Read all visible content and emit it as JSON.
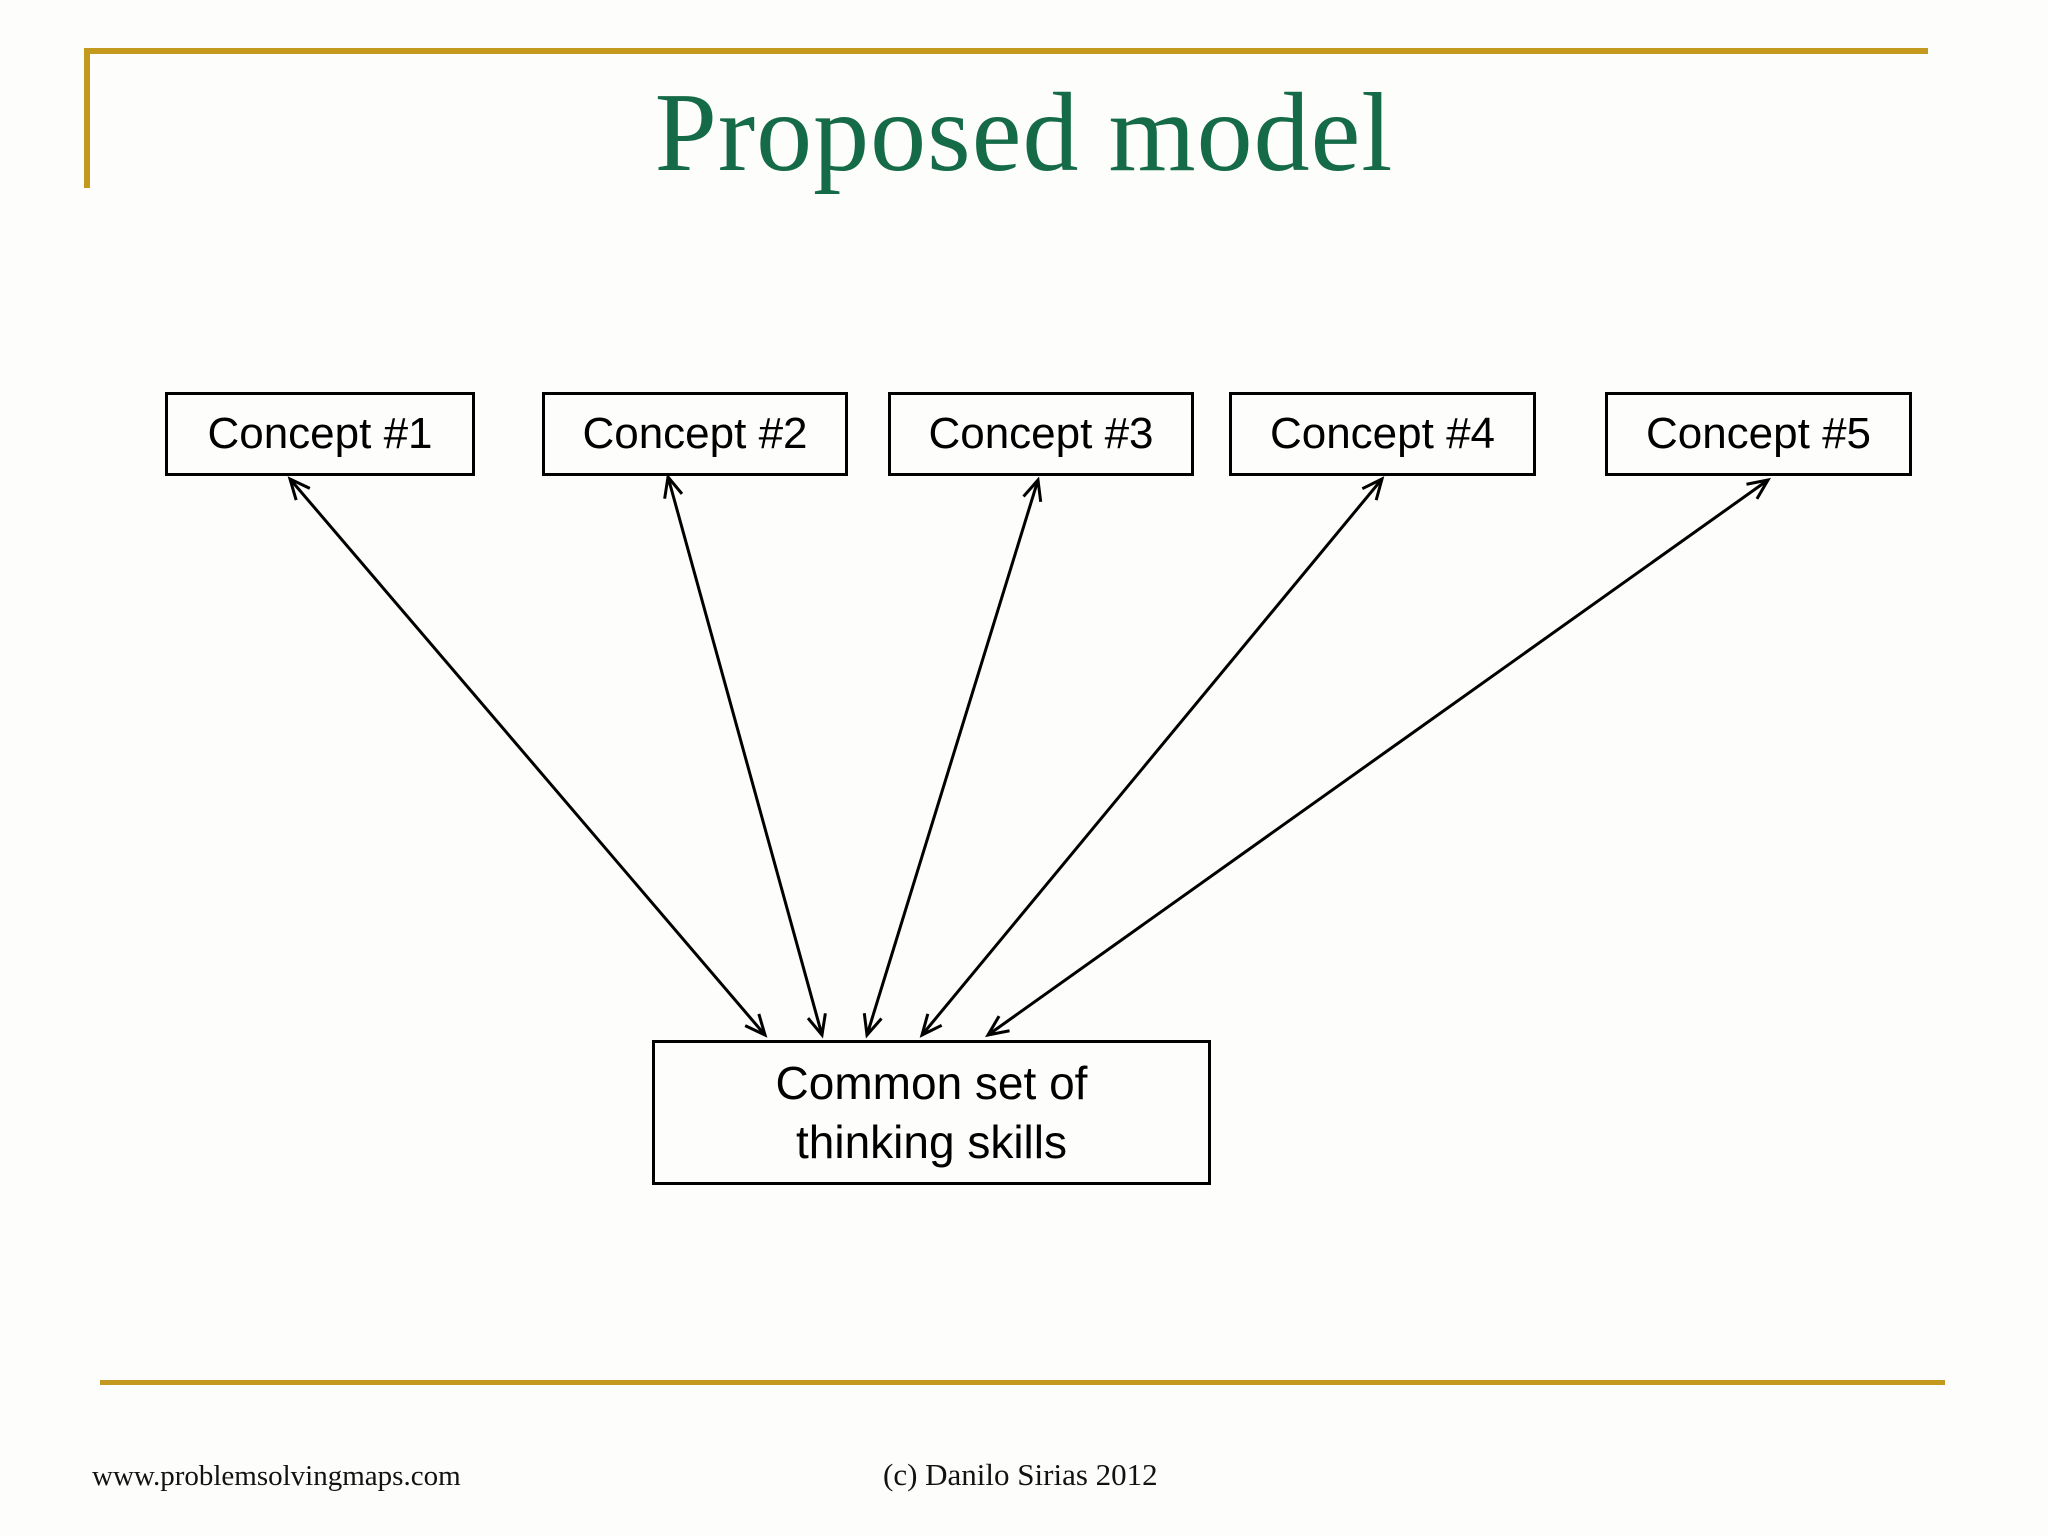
{
  "slide": {
    "title": "Proposed model"
  },
  "diagram": {
    "concepts": [
      "Concept #1",
      "Concept #2",
      "Concept #3",
      "Concept #4",
      "Concept #5"
    ],
    "common_box": {
      "line1": "Common set of",
      "line2": "thinking skills"
    },
    "arrow_style": "double-headed, each concept box linked to common box"
  },
  "footer": {
    "left": "www.problemsolvingmaps.com",
    "center": "(c) Danilo Sirias 2012"
  },
  "colors": {
    "accent_gold": "#c49a1e",
    "title_green": "#156b47",
    "box_border": "#000000",
    "background": "#fdfdfc"
  }
}
